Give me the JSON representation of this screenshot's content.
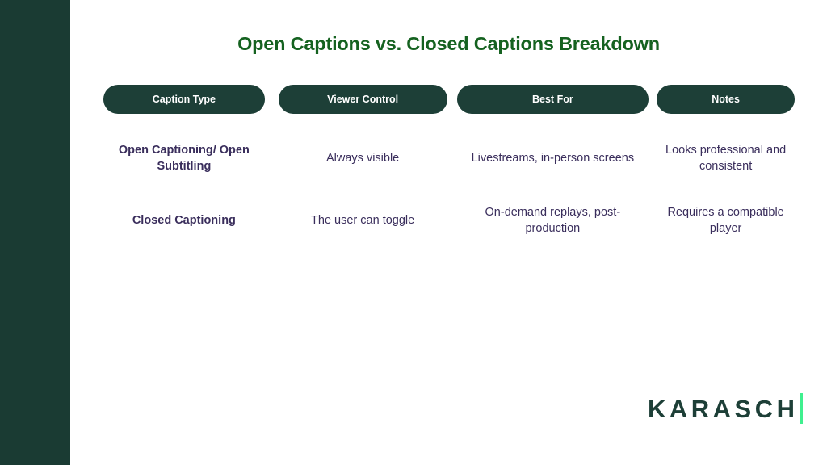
{
  "slide": {
    "title": "Open Captions vs. Closed Captions Breakdown",
    "background_color": "#ffffff"
  },
  "sidebar": {
    "name": "decorative-left-band",
    "color": "#1a3b33"
  },
  "theme": {
    "title_green": "#156220",
    "pill_green": "#1d3f37",
    "body_purple": "#3a2e5c",
    "accent_mint": "#3ff08f",
    "band_green": "#1a3b33"
  },
  "table": {
    "headers": [
      "Caption Type",
      "Viewer Control",
      "Best For",
      "Notes"
    ],
    "rows": [
      {
        "caption_type": "Open Captioning/ Open Subtitling",
        "viewer_control": "Always visible",
        "best_for": "Livestreams, in-person screens",
        "notes": "Looks professional and consistent"
      },
      {
        "caption_type": "Closed Captioning",
        "viewer_control": "The user can toggle",
        "best_for": "On-demand replays, post-production",
        "notes": "Requires a compatible player"
      }
    ]
  },
  "logo": {
    "wordmark": "KARASCH",
    "accent_color": "#3ff08f"
  }
}
